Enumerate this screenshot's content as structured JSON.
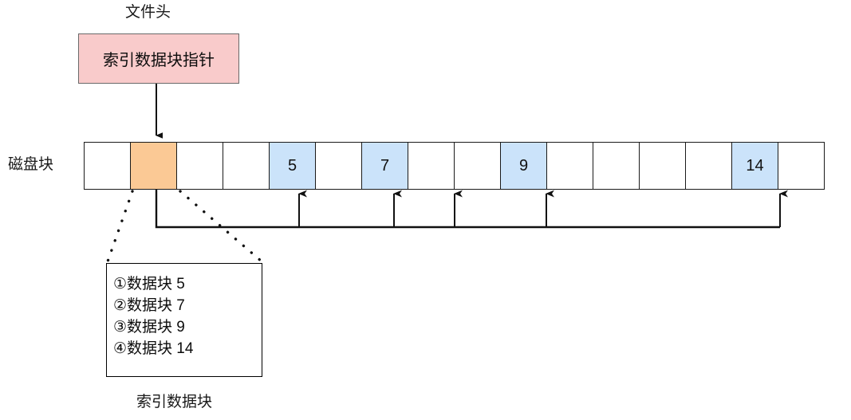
{
  "diagram": {
    "title_label": "文件头",
    "disk_row_label": "磁盘块",
    "index_block_caption": "索引数据块",
    "file_header_box": {
      "text": "索引数据块指针",
      "fill": "#f9cbcb",
      "stroke": "#6a6a6a"
    },
    "colors": {
      "orange_fill": "#fbc995",
      "blue_fill": "#cbe3fa",
      "pink_fill": "#f9cbcb",
      "line": "#1a1a1a",
      "background": "#ffffff"
    },
    "disk_cells": [
      {
        "index": 0,
        "label": "",
        "fill": "white"
      },
      {
        "index": 1,
        "label": "",
        "fill": "orange"
      },
      {
        "index": 2,
        "label": "",
        "fill": "white"
      },
      {
        "index": 3,
        "label": "",
        "fill": "white"
      },
      {
        "index": 4,
        "label": "5",
        "fill": "blue"
      },
      {
        "index": 5,
        "label": "",
        "fill": "white"
      },
      {
        "index": 6,
        "label": "7",
        "fill": "blue"
      },
      {
        "index": 7,
        "label": "",
        "fill": "white"
      },
      {
        "index": 8,
        "label": "",
        "fill": "white"
      },
      {
        "index": 9,
        "label": "9",
        "fill": "blue"
      },
      {
        "index": 10,
        "label": "",
        "fill": "white"
      },
      {
        "index": 11,
        "label": "",
        "fill": "white"
      },
      {
        "index": 12,
        "label": "",
        "fill": "white"
      },
      {
        "index": 13,
        "label": "",
        "fill": "white"
      },
      {
        "index": 14,
        "label": "14",
        "fill": "blue"
      },
      {
        "index": 15,
        "label": "",
        "fill": "white"
      }
    ],
    "index_entries": [
      {
        "marker": "①",
        "text": "数据块 5"
      },
      {
        "marker": "②",
        "text": "数据块 7"
      },
      {
        "marker": "③",
        "text": "数据块 9"
      },
      {
        "marker": "④",
        "text": "数据块 14"
      }
    ],
    "index_entry_lines": [
      "①数据块 5",
      "②数据块 7",
      "③数据块 9",
      "④数据块 14"
    ]
  }
}
